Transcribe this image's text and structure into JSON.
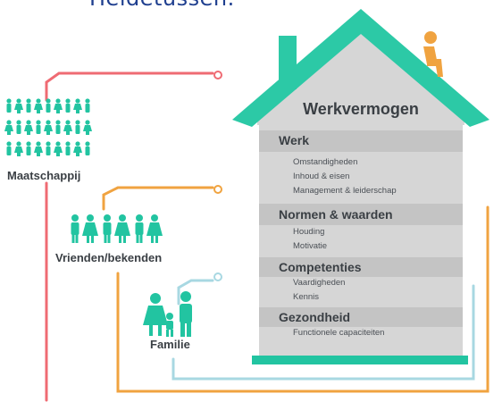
{
  "top_title": "Heldetussen.",
  "house": {
    "title": "Werkvermogen",
    "sections": [
      {
        "title": "Werk",
        "items": [
          "Omstandigheden",
          "Inhoud & eisen",
          "Management & leiderschap"
        ]
      },
      {
        "title": "Normen & waarden",
        "items": [
          "Houding",
          "Motivatie"
        ]
      },
      {
        "title": "Competenties",
        "items": [
          "Vaardigheden",
          "Kennis"
        ]
      },
      {
        "title": "Gezondheid",
        "items": [
          "Functionele capaciteiten"
        ]
      }
    ]
  },
  "groups": {
    "maatschappij": "Maatschappij",
    "vrienden": "Vrienden/bekenden",
    "familie": "Familie"
  },
  "colors": {
    "teal": "#22c4a1",
    "roof": "#2cc9a6",
    "wall": "#d6d6d6",
    "band": "#c4c4c4",
    "orange": "#f0a340",
    "red": "#ef6b73",
    "lightblue": "#a8d8e2",
    "text": "#3a3f44"
  }
}
